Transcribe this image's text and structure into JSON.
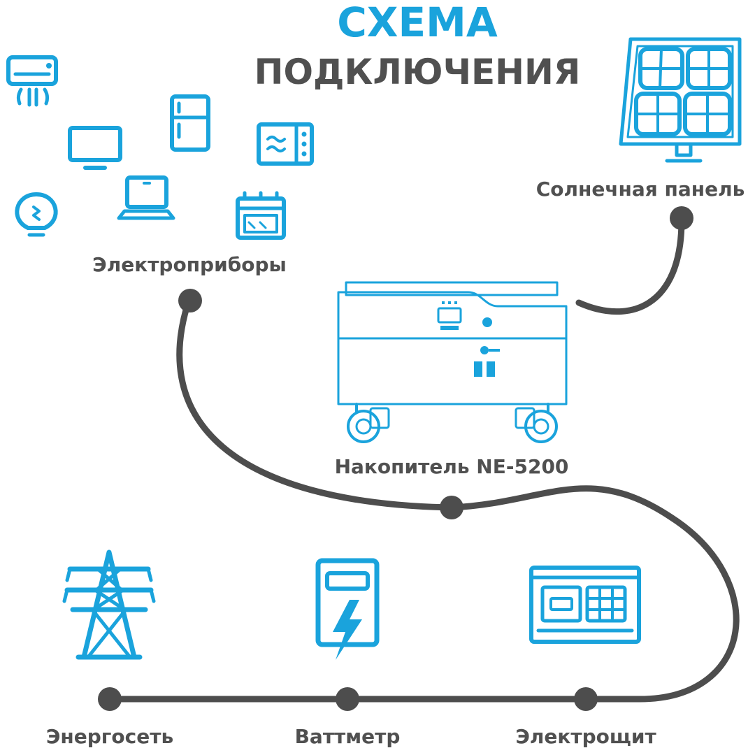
{
  "title": {
    "line1": "СХЕМА",
    "line2": "ПОДКЛЮЧЕНИЯ"
  },
  "nodes": {
    "appliances": "Электроприборы",
    "solar_panel": "Солнечная панель",
    "storage": "Накопитель NE-5200",
    "grid": "Энергосеть",
    "wattmeter": "Ваттметр",
    "switchboard": "Электрощит"
  },
  "icons": {
    "appliances": [
      "air-conditioner-icon",
      "tv-icon",
      "fridge-icon",
      "microwave-icon",
      "light-bulb-icon",
      "laptop-icon",
      "stove-icon"
    ],
    "solar_panel": "solar-panel-icon",
    "storage": "battery-storage-icon",
    "grid": "power-tower-icon",
    "wattmeter": "wattmeter-icon",
    "switchboard": "switchboard-icon"
  },
  "colors": {
    "accent": "#1aa3dc",
    "text": "#505050",
    "wire": "#4d4d4d"
  }
}
